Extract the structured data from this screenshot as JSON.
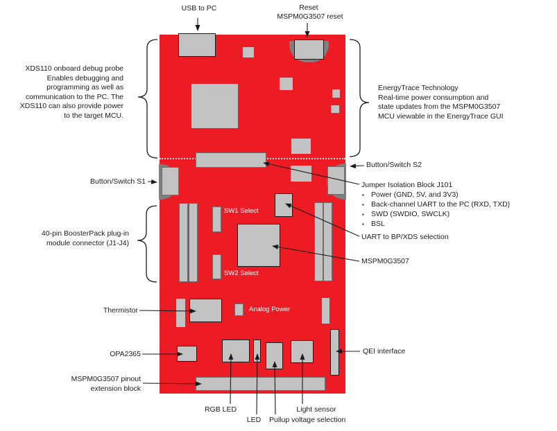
{
  "colors": {
    "board_red": "#ED1C24",
    "component_gray": "#C2C2C3",
    "bezel_dark_gray": "#7E7F80",
    "label_black": "#1A1A1A",
    "board_text_white": "#FFFFFF"
  },
  "top_labels": {
    "usb": "USB to PC",
    "reset_line1": "Reset",
    "reset_line2": "MSPM0G3507 reset"
  },
  "left_labels": {
    "xds110_note": "XDS110 onboard debug probe\nEnables debugging and\nprogramming as well as\ncommunication to the PC. The\nXDS110 can also provide power\nto the target MCU.",
    "button_s1": "Button/Switch S1",
    "boosterpack": "40-pin BoosterPack plug-in\nmodule connector (J1-J4)",
    "thermistor": "Thermistor",
    "opa2365": "OPA2365",
    "pinout": "MSPM0G3507 pinout\nextension block"
  },
  "right_labels": {
    "energytrace_note": "EnergyTrace Technology\nReal-time power consumption and\nstate updates from the MSPM0G3507\nMCU viewable in the EnergyTrace GUI",
    "button_s2": "Button/Switch S2",
    "jumper_title": "Jumper Isolation Block J101",
    "jumper_bullets": [
      "Power (GND, 5V, and 3V3)",
      "Back-channel UART to the PC (RXD, TXD)",
      "SWD (SWDIO, SWCLK)",
      "BSL"
    ],
    "uart_selection": "UART to BP/XDS selection",
    "mcu": "MSPM0G3507",
    "qei": "QEI interface"
  },
  "bottom_labels": {
    "rgb_led": "RGB LED",
    "led": "LED",
    "pullup": "Pullup voltage selection",
    "light_sensor": "Light sensor"
  },
  "board_labels": {
    "sw1": "SW1 Select",
    "sw2": "SW2 Select",
    "analog_power": "Analog Power"
  }
}
